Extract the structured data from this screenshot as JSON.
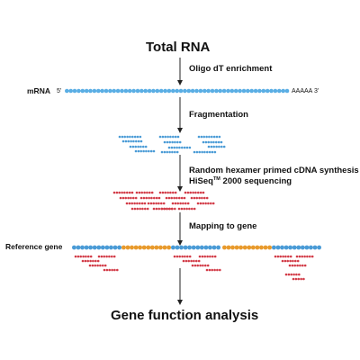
{
  "title": "Total RNA",
  "final_step": "Gene function analysis",
  "steps": [
    {
      "label": "Oligo dT enrichment"
    },
    {
      "label": "Fragmentation"
    },
    {
      "label": "Random hexamer primed cDNA synthesis"
    },
    {
      "label": "Mapping to gene"
    }
  ],
  "sequencing": {
    "prefix": "HiSeq",
    "tm": "TM",
    "suffix": " 2000 sequencing"
  },
  "mrna": {
    "label": "mRNA",
    "five_prime": "5'",
    "poly_a": "AAAAA",
    "three_prime": "3'"
  },
  "reference": {
    "label": "Reference gene"
  },
  "colors": {
    "mrna_fragment": "#4a9bd6",
    "mrna_bar": "#5aaee4",
    "cdna_read": "#d23b47",
    "exon": "#4a9bd6",
    "intron": "#e89a2c",
    "arrow": "#222222"
  }
}
